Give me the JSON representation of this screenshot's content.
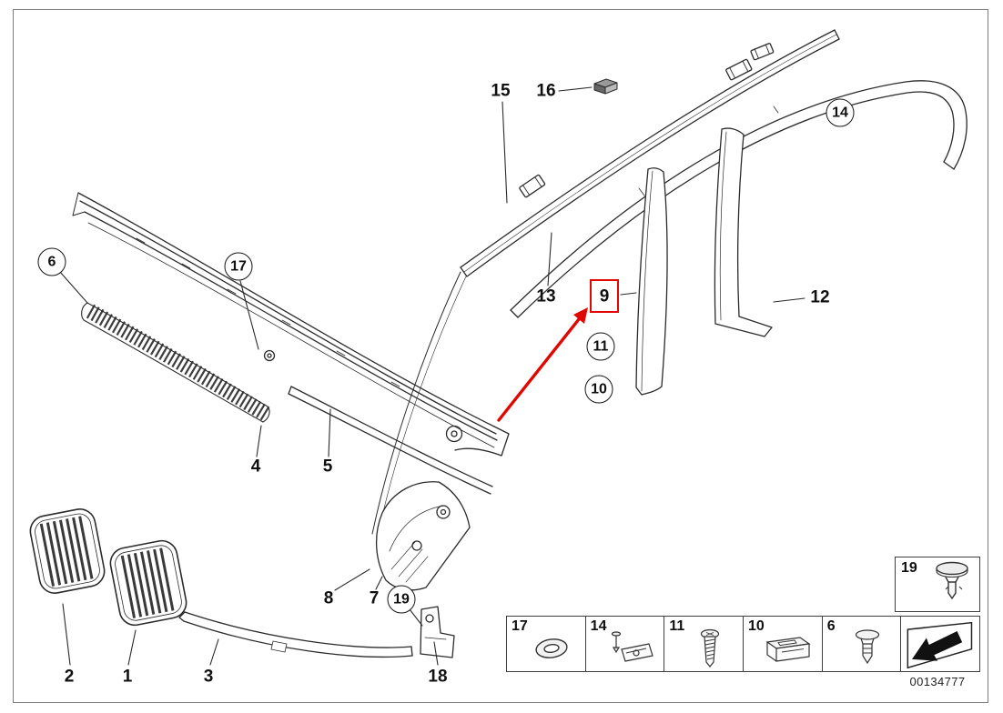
{
  "diagram": {
    "document_number": "00134777",
    "highlighted_part": "9"
  },
  "labels": {
    "p1": "1",
    "p2": "2",
    "p3": "3",
    "p4": "4",
    "p5": "5",
    "p6": "6",
    "p7": "7",
    "p8": "8",
    "p9": "9",
    "p10": "10",
    "p11": "11",
    "p12": "12",
    "p13": "13",
    "p14": "14",
    "p15": "15",
    "p16": "16",
    "p17": "17",
    "p18": "18",
    "p19": "19"
  },
  "legend": {
    "inset": {
      "label": "19",
      "icon": "push-pin-rivet-icon"
    },
    "cells": [
      {
        "label": "17",
        "icon": "grommet-icon"
      },
      {
        "label": "14",
        "icon": "clamp-bolt-icon"
      },
      {
        "label": "11",
        "icon": "screw-icon"
      },
      {
        "label": "10",
        "icon": "sliding-clip-icon"
      },
      {
        "label": "6",
        "icon": "expanding-rivet-icon"
      }
    ],
    "next_arrow_icon": "page-arrow-icon"
  }
}
